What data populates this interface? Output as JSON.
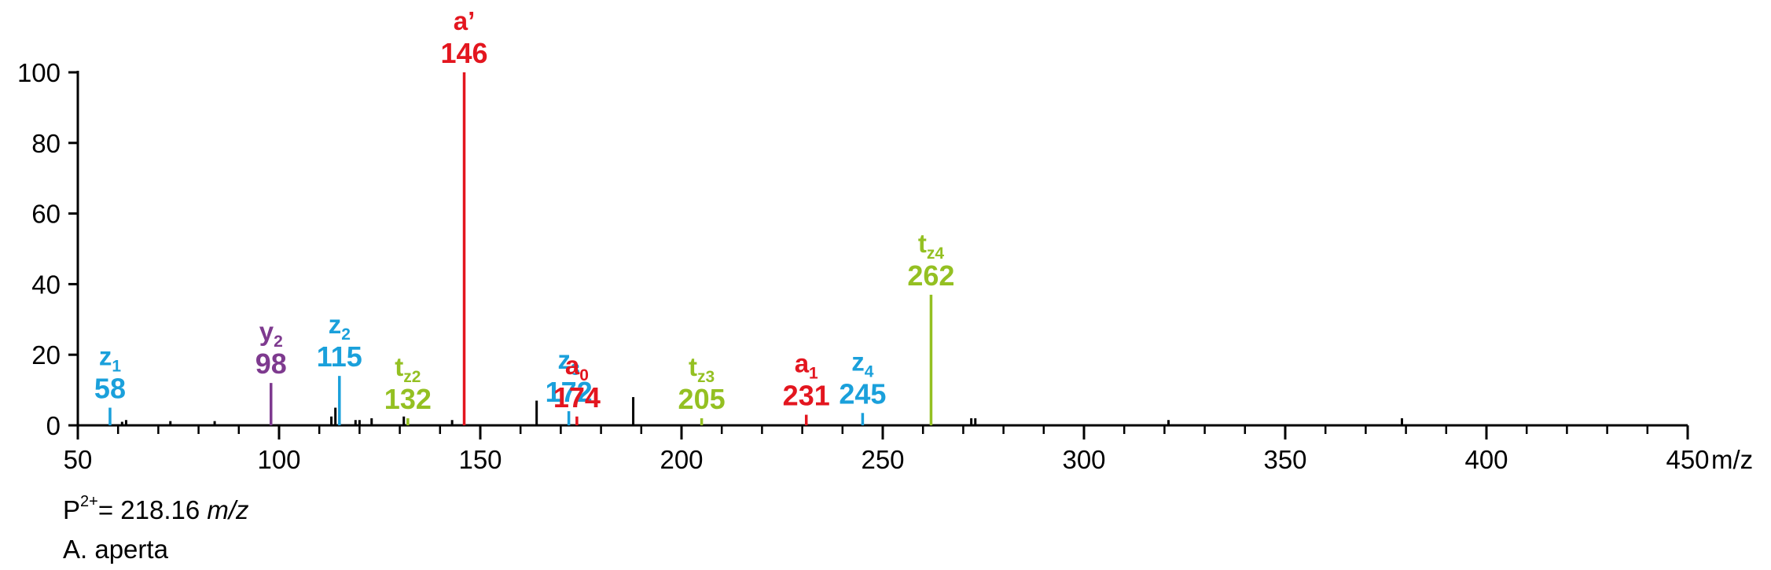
{
  "chart_data": {
    "type": "bar",
    "title": "",
    "xlabel": "m/z",
    "ylabel": "",
    "xlim": [
      50,
      450
    ],
    "ylim": [
      0,
      100
    ],
    "x_ticks": [
      "50",
      "100",
      "150",
      "200",
      "250",
      "300",
      "350",
      "400",
      "450"
    ],
    "y_ticks": [
      "0",
      "20",
      "40",
      "60",
      "80",
      "100"
    ],
    "grid": false,
    "colors": {
      "a": "#e3161f",
      "z": "#1aa0db",
      "t": "#94c022",
      "y": "#7e3a8f",
      "other": "#000000"
    },
    "labeled_peaks": [
      {
        "mz": 58,
        "intensity": 5,
        "ion": "z",
        "sub": "1",
        "label": "58",
        "color": "#1aa0db"
      },
      {
        "mz": 98,
        "intensity": 12,
        "ion": "y",
        "sub": "2",
        "label": "98",
        "color": "#7e3a8f"
      },
      {
        "mz": 115,
        "intensity": 14,
        "ion": "z",
        "sub": "2",
        "label": "115",
        "color": "#1aa0db"
      },
      {
        "mz": 132,
        "intensity": 2,
        "ion": "t",
        "sub": "z2",
        "label": "132",
        "color": "#94c022"
      },
      {
        "mz": 146,
        "intensity": 100,
        "ion": "a’",
        "sub": "",
        "label": "146",
        "color": "#e3161f"
      },
      {
        "mz": 172,
        "intensity": 4,
        "ion": "z",
        "sub": "3",
        "label": "172",
        "color": "#1aa0db"
      },
      {
        "mz": 174,
        "intensity": 2.5,
        "ion": "a",
        "sub": "0",
        "label": "174",
        "color": "#e3161f"
      },
      {
        "mz": 205,
        "intensity": 2,
        "ion": "t",
        "sub": "z3",
        "label": "205",
        "color": "#94c022"
      },
      {
        "mz": 231,
        "intensity": 3,
        "ion": "a",
        "sub": "1",
        "label": "231",
        "color": "#e3161f"
      },
      {
        "mz": 245,
        "intensity": 3.5,
        "ion": "z",
        "sub": "4",
        "label": "245",
        "color": "#1aa0db"
      },
      {
        "mz": 262,
        "intensity": 37,
        "ion": "t",
        "sub": "z4",
        "label": "262",
        "color": "#94c022"
      }
    ],
    "other_peaks": [
      {
        "mz": 61,
        "intensity": 1
      },
      {
        "mz": 62,
        "intensity": 1.5
      },
      {
        "mz": 73,
        "intensity": 1.2
      },
      {
        "mz": 84,
        "intensity": 1.2
      },
      {
        "mz": 113,
        "intensity": 2.5
      },
      {
        "mz": 114,
        "intensity": 5
      },
      {
        "mz": 119,
        "intensity": 1.5
      },
      {
        "mz": 120,
        "intensity": 1.5
      },
      {
        "mz": 123,
        "intensity": 2
      },
      {
        "mz": 131,
        "intensity": 2.5
      },
      {
        "mz": 143,
        "intensity": 1.5
      },
      {
        "mz": 164,
        "intensity": 7
      },
      {
        "mz": 188,
        "intensity": 8
      },
      {
        "mz": 272,
        "intensity": 2
      },
      {
        "mz": 273,
        "intensity": 2
      },
      {
        "mz": 321,
        "intensity": 1.5
      },
      {
        "mz": 379,
        "intensity": 2
      }
    ]
  },
  "footer": {
    "precursor_prefix": "P",
    "precursor_charge": "2+",
    "precursor_value": "= 218.16 ",
    "precursor_unit": "m/z",
    "species": "A. aperta"
  }
}
